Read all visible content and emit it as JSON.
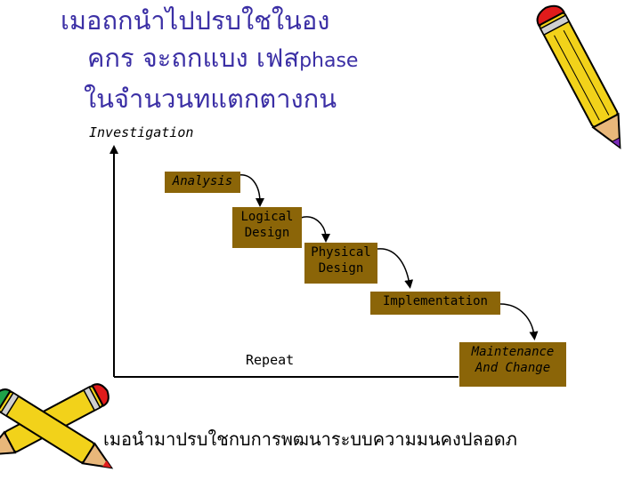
{
  "title": {
    "line1": "เมอถกนำไปปรบใชในอง",
    "line2_thai": "คกร จะถกแบง เฟส",
    "line2_latin": "phase",
    "line3": "ในจำนวนทแตกตางกน"
  },
  "diagram": {
    "axis_label": "Investigation",
    "phases": [
      {
        "line1": "Analysis",
        "line2": ""
      },
      {
        "line1": "Logical",
        "line2": "Design"
      },
      {
        "line1": "Physical",
        "line2": "Design"
      },
      {
        "line1": "Implementation",
        "line2": ""
      },
      {
        "line1": "Maintenance",
        "line2": "And Change"
      }
    ],
    "repeat_label": "Repeat"
  },
  "footer": "เมอนำมาปรบใชกบการพฒนาระบบความมนคงปลอดภ",
  "colors": {
    "phase_box": "#8b6508",
    "title_text": "#3b2fa5",
    "axis": "#000000"
  },
  "icons": [
    "pencil-icon",
    "pencil-icon"
  ]
}
